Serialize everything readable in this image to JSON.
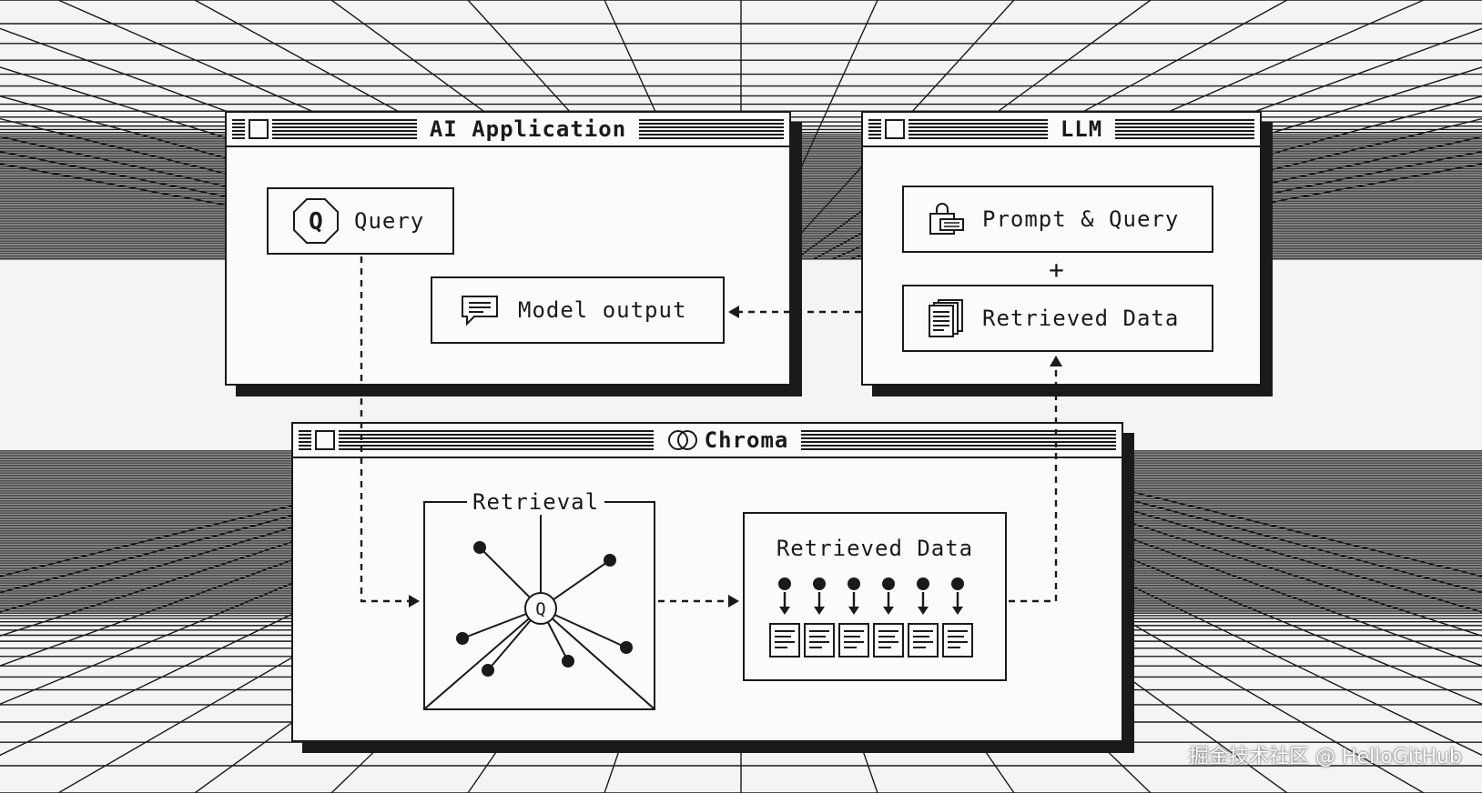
{
  "windows": {
    "ai_app": {
      "title": "AI Application"
    },
    "llm": {
      "title": "LLM"
    },
    "chroma": {
      "title": "Chroma"
    }
  },
  "ai_app": {
    "query": {
      "icon_letter": "Q",
      "label": "Query"
    },
    "model_output": {
      "label": "Model output"
    }
  },
  "llm": {
    "prompt_query": {
      "label": "Prompt & Query"
    },
    "plus": "+",
    "retrieved_data": {
      "label": "Retrieved Data"
    }
  },
  "chroma": {
    "retrieval": {
      "label": "Retrieval",
      "center_letter": "Q"
    },
    "retrieved_data": {
      "label": "Retrieved Data",
      "item_count": 6
    }
  },
  "watermark": "掘金技术社区 @ HelloGitHub",
  "icons": [
    "q-circle-icon",
    "chat-bubble-icon",
    "prompt-icon",
    "documents-icon",
    "chroma-logo-icon",
    "document-icon",
    "arrow-down-icon"
  ]
}
